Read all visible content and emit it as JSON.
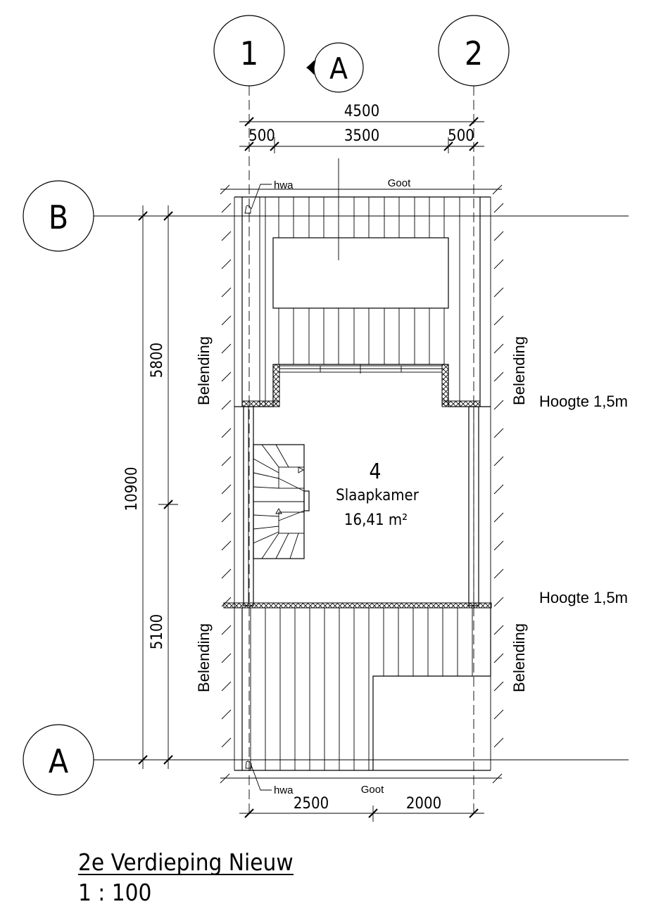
{
  "grid": {
    "g1": "1",
    "g2": "2",
    "gB": "B",
    "gA": "A",
    "section": "A"
  },
  "dims": {
    "top_total": "4500",
    "top_left": "500",
    "top_mid": "3500",
    "top_right": "500",
    "left_total": "10900",
    "left_upper": "5800",
    "left_lower": "5100",
    "bottom_left": "2500",
    "bottom_right": "2000"
  },
  "labels": {
    "hwa_top": "hwa",
    "goot_top": "Goot",
    "hwa_bottom": "hwa",
    "goot_bottom": "Goot",
    "belending": "Belending",
    "hoogte_upper": "Hoogte 1,5m",
    "hoogte_lower": "Hoogte 1,5m"
  },
  "room": {
    "number": "4",
    "name": "Slaapkamer",
    "area": "16,41 m²"
  },
  "title": {
    "name": "2e Verdieping Nieuw",
    "scale": "1 : 100"
  }
}
